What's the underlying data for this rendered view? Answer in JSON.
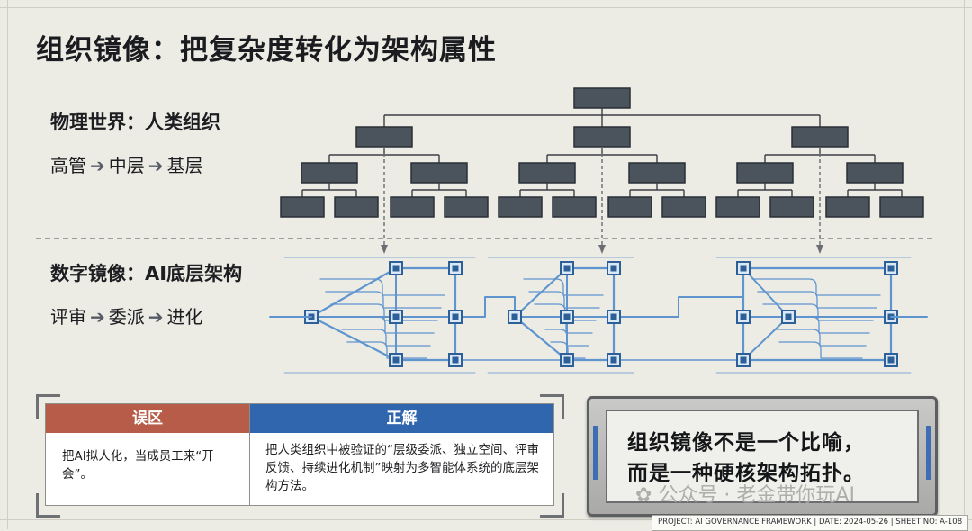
{
  "title": "组织镜像：把复杂度转化为架构属性",
  "physical": {
    "heading": "物理世界：人类组织",
    "flow": [
      "高管",
      "中层",
      "基层"
    ]
  },
  "digital": {
    "heading": "数字镜像：AI底层架构",
    "flow": [
      "评审",
      "委派",
      "进化"
    ]
  },
  "comparison": {
    "wrong_header": "误区",
    "right_header": "正解",
    "wrong_text": "把AI拟人化，当成员工来“开会”。",
    "right_text": "把人类组织中被验证的“层级委派、独立空间、评审反馈、持续进化机制”映射为多智能体系统的底层架构方法。"
  },
  "callout": {
    "line1": "组织镜像不是一个比喻，",
    "line2": "而是一种硬核架构拓扑。"
  },
  "watermark": "公众号 · 老金带你玩AI",
  "footer": "PROJECT: AI GOVERNANCE FRAMEWORK  |  DATE: 2024-05-26  |  SHEET NO: A-108",
  "colors": {
    "org_box": "#4b535d",
    "blueprint_line": "#5f95cf",
    "node": "#2d5f99",
    "wrong": "#b65c48",
    "right": "#2f66ad"
  }
}
